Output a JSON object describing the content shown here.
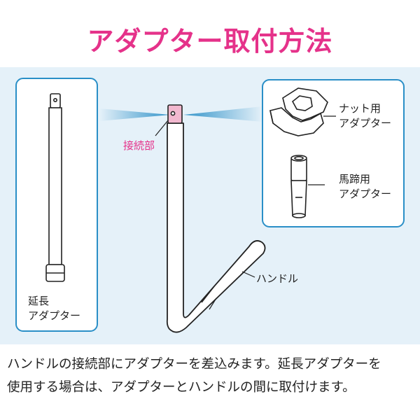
{
  "title": "アダプター取付方法",
  "labels": {
    "connection": "接続部",
    "nut_adapter_1": "ナット用",
    "nut_adapter_2": "アダプター",
    "hoof_adapter_1": "馬蹄用",
    "hoof_adapter_2": "アダプター",
    "handle": "ハンドル",
    "extension_1": "延長",
    "extension_2": "アダプター"
  },
  "caption": {
    "line1": "ハンドルの接続部にアダプターを差込みます。延長アダプターを",
    "line2": "使用する場合は、アダプターとハンドルの間に取付けます。"
  },
  "colors": {
    "accent": "#e5328a",
    "panel_bg": "#e5f1f9",
    "frame": "#2a8fc7",
    "joint": "#f2b8cf"
  }
}
